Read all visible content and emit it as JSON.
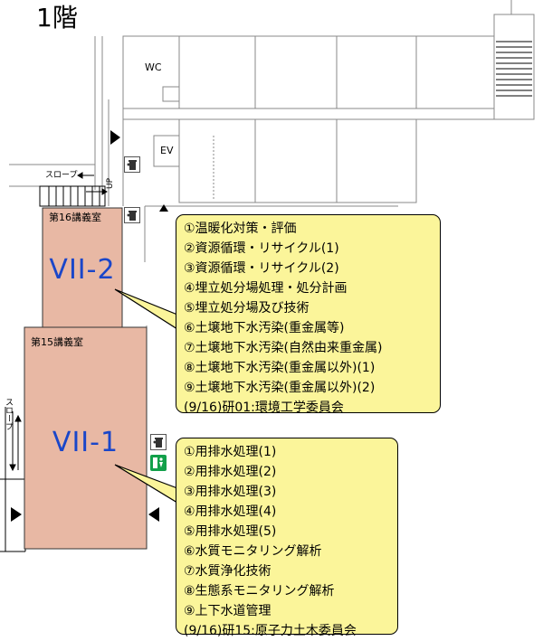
{
  "floor": {
    "title": "1階"
  },
  "labels": {
    "wc": "WC",
    "ev": "EV",
    "slope_top": "スロープ",
    "slope_left": "スロープ",
    "up": "UP"
  },
  "rooms": [
    {
      "id": "room16",
      "room_label": "第16講義室",
      "name": "VII-2",
      "items": [
        "①温暖化対策・評価",
        "②資源循環・リサイクル(1)",
        "③資源循環・リサイクル(2)",
        "④埋立処分場処理・処分計画",
        "⑤埋立処分場及び技術",
        "⑥土壌地下水汚染(重金属等)",
        "⑦土壌地下水汚染(自然由来重金属)",
        "⑧土壌地下水汚染(重金属以外)(1)",
        "⑨土壌地下水汚染(重金属以外)(2)",
        "(9/16)研01:環境工学委員会"
      ]
    },
    {
      "id": "room15",
      "room_label": "第15講義室",
      "name": "VII-1",
      "items": [
        "①用排水処理(1)",
        "②用排水処理(2)",
        "③用排水処理(3)",
        "④用排水処理(4)",
        "⑤用排水処理(5)",
        "⑥水質モニタリング解析",
        "⑦水質浄化技術",
        "⑧生態系モニタリング解析",
        "⑨上下水道管理",
        "(9/16)研15:原子力土木委員会"
      ]
    }
  ],
  "icons": [
    "trash-icon",
    "trash-icon",
    "trash-icon",
    "emergency-exit-icon",
    "entrance-arrow-icon"
  ],
  "colors": {
    "room_fill": "#e8b8a4",
    "callout_fill": "#fbf59a",
    "room_name": "#1a46c9",
    "exit_green": "#12a04a"
  }
}
